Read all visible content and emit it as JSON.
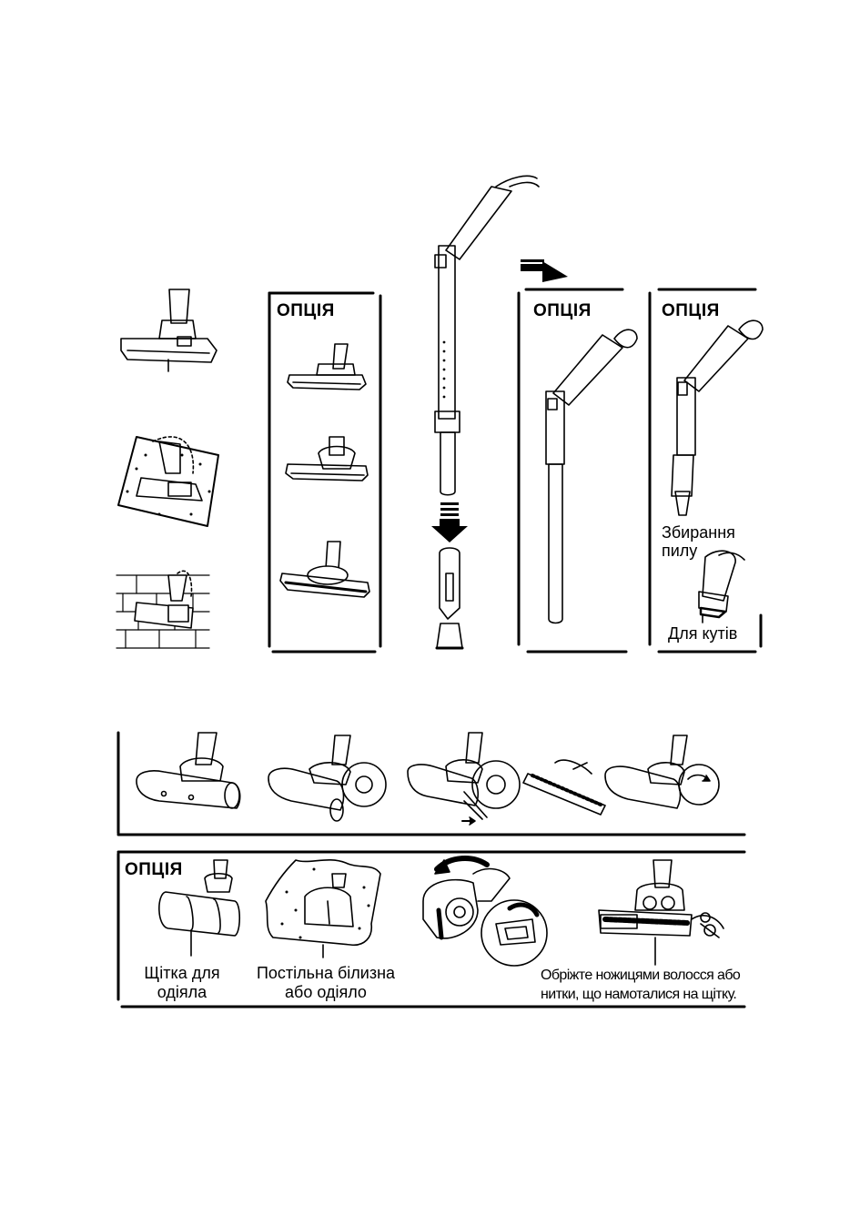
{
  "option_label": "ОПЦІЯ",
  "labels": {
    "dust": [
      "Збирання",
      "пилу"
    ],
    "corners": "Для кутів",
    "blanket_brush": [
      "Щітка для",
      "одіяла"
    ],
    "bedding": [
      "Постільна білизна",
      "або одіяло"
    ],
    "cut_hair": [
      "Обріжте ножицями волосся або",
      "нитки, що намоталися на щітку."
    ]
  }
}
